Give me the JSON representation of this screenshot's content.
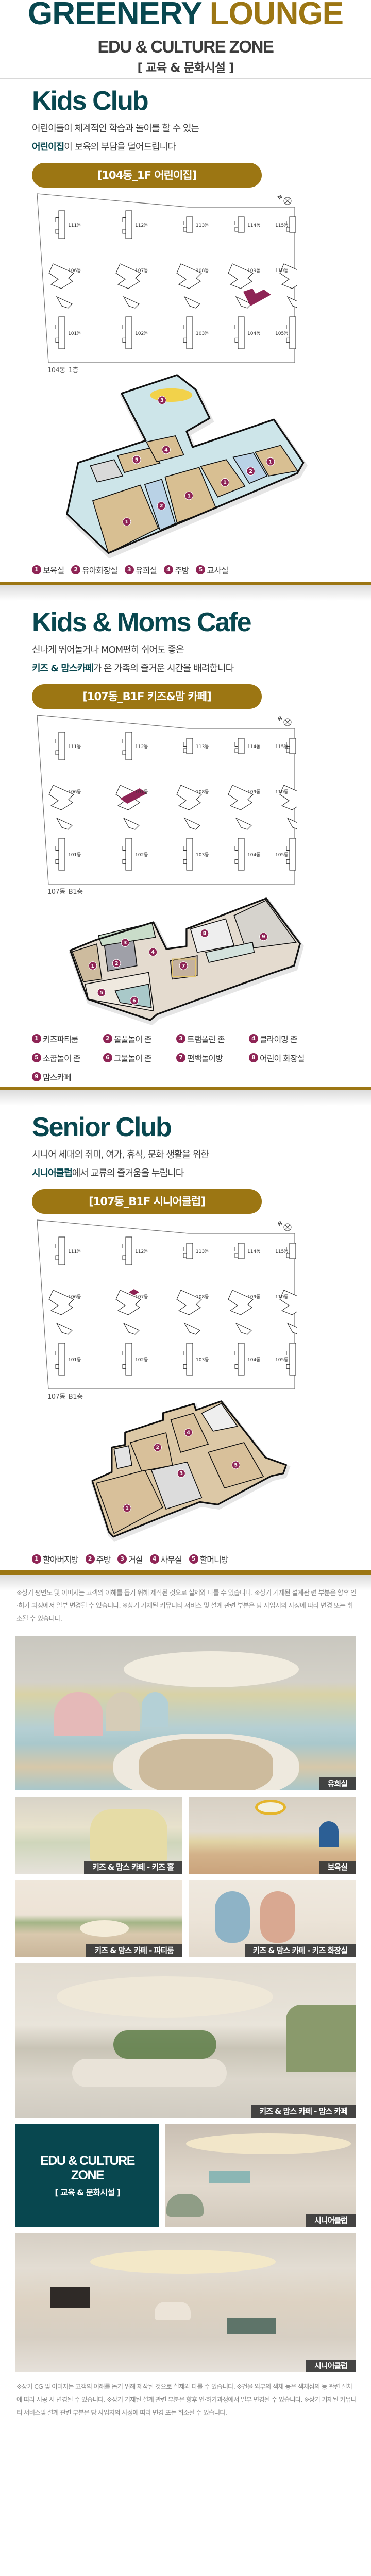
{
  "header": {
    "title_a": "GREENERY",
    "title_b": "LOUNGE",
    "subtitle": "EDU & CULTURE ZONE",
    "subtitle_ko": "[ 교육 & 문화시설 ]"
  },
  "colors": {
    "teal": "#08474f",
    "gold": "#9c7613",
    "marker": "#8e2455"
  },
  "site_map": {
    "compass": "N",
    "buildings": [
      "111동",
      "112동",
      "113동",
      "114동",
      "115동",
      "106동",
      "107동",
      "108동",
      "109동",
      "110동",
      "101동",
      "102동",
      "103동",
      "104동",
      "105동"
    ]
  },
  "sections": [
    {
      "title": "Kids Club",
      "desc_line1": "어린이들이 체계적인 학습과 놀이를 할 수 있는",
      "desc_highlight": "어린이집",
      "desc_line2": "이 보육의 부담을 덜어드립니다",
      "location": "[104동_1F 어린이집]",
      "floor_label": "104동_1층",
      "highlight_building": "104동",
      "legend": [
        {
          "num": "1",
          "label": "보육실"
        },
        {
          "num": "2",
          "label": "유아화장실"
        },
        {
          "num": "3",
          "label": "유희실"
        },
        {
          "num": "4",
          "label": "주방"
        },
        {
          "num": "5",
          "label": "교사실"
        }
      ]
    },
    {
      "title": "Kids & Moms Cafe",
      "desc_line1": "신나게 뛰어놀거나 MOM편히 쉬어도 좋은",
      "desc_highlight": "키즈 & 맘스카페",
      "desc_line2": "가 온 가족의 즐거운 시간을 배려합니다",
      "location": "[107동_B1F 키즈&맘 카페]",
      "floor_label": "107동_B1층",
      "highlight_building": "107동",
      "legend": [
        {
          "num": "1",
          "label": "키즈파티룸"
        },
        {
          "num": "2",
          "label": "볼풀놀이 존"
        },
        {
          "num": "3",
          "label": "트램폴린 존"
        },
        {
          "num": "4",
          "label": "클라이밍 존"
        },
        {
          "num": "5",
          "label": "소꿉놀이 존"
        },
        {
          "num": "6",
          "label": "그물놀이 존"
        },
        {
          "num": "7",
          "label": "편백놀이방"
        },
        {
          "num": "8",
          "label": "어린이 화장실"
        },
        {
          "num": "9",
          "label": "맘스카페"
        }
      ]
    },
    {
      "title": "Senior Club",
      "desc_line1": "시니어 세대의 취미, 여가, 휴식, 문화 생활을 위한",
      "desc_highlight": "시니어클럽",
      "desc_line2": "에서 교류의 즐거움을 누립니다",
      "location": "[107동_B1F 시니어클럽]",
      "floor_label": "107동_B1층",
      "highlight_building": "107동",
      "legend": [
        {
          "num": "1",
          "label": "할아버지방"
        },
        {
          "num": "2",
          "label": "주방"
        },
        {
          "num": "3",
          "label": "거실"
        },
        {
          "num": "4",
          "label": "사무실"
        },
        {
          "num": "5",
          "label": "할머니방"
        }
      ]
    }
  ],
  "disclaimer_1": "※상기 평면도 및 이미지는 고객의 이해를 돕기 위해 제작된 것으로 실제와 다를 수 있습니다. ※상기 기재된 설계관 련 부분은 향후 인·허가 과정에서 일부 변경될 수 있습니다. ※상기 기재된 커뮤니티 서비스 및 설계 관련 부분은 당 사업지의 사정에 따라 변경 또는 취소될 수 있습니다.",
  "gallery": {
    "photos": [
      {
        "caption": "유희실"
      },
      {
        "caption": "키즈 & 맘스 카페 - 키즈 홀"
      },
      {
        "caption": "보육실"
      },
      {
        "caption": "키즈 & 맘스 카페 - 파티룸"
      },
      {
        "caption": "키즈 & 맘스 카페 - 키즈 화장실"
      },
      {
        "caption": "키즈 & 맘스 카페 - 맘스 카페"
      },
      {
        "caption": "시니어클럽"
      },
      {
        "caption": "시니어클럽"
      }
    ],
    "promo": {
      "line1": "EDU & CULTURE",
      "line2": "ZONE",
      "line3": "[ 교육 & 문화시설 ]"
    }
  },
  "disclaimer_2": "※상기 CG 및 이미지는 고객의 이해를 돕기 위해 제작된 것으로 실제와 다를 수 있습니다. ※건물 외부의 색채 등은 색채심의 등 관련 절차에 따라 시공 시 변경될 수 있습니다. ※상기 기재된 설계 관련 부분은 향후 인·허가과정에서 일부 변경될 수 있습니다. ※상기 기재된 커뮤니티 서비스및 설계 관련 부분은 당 사업지의 사정에 따라 변경 또는 취소될 수 있습니다."
}
